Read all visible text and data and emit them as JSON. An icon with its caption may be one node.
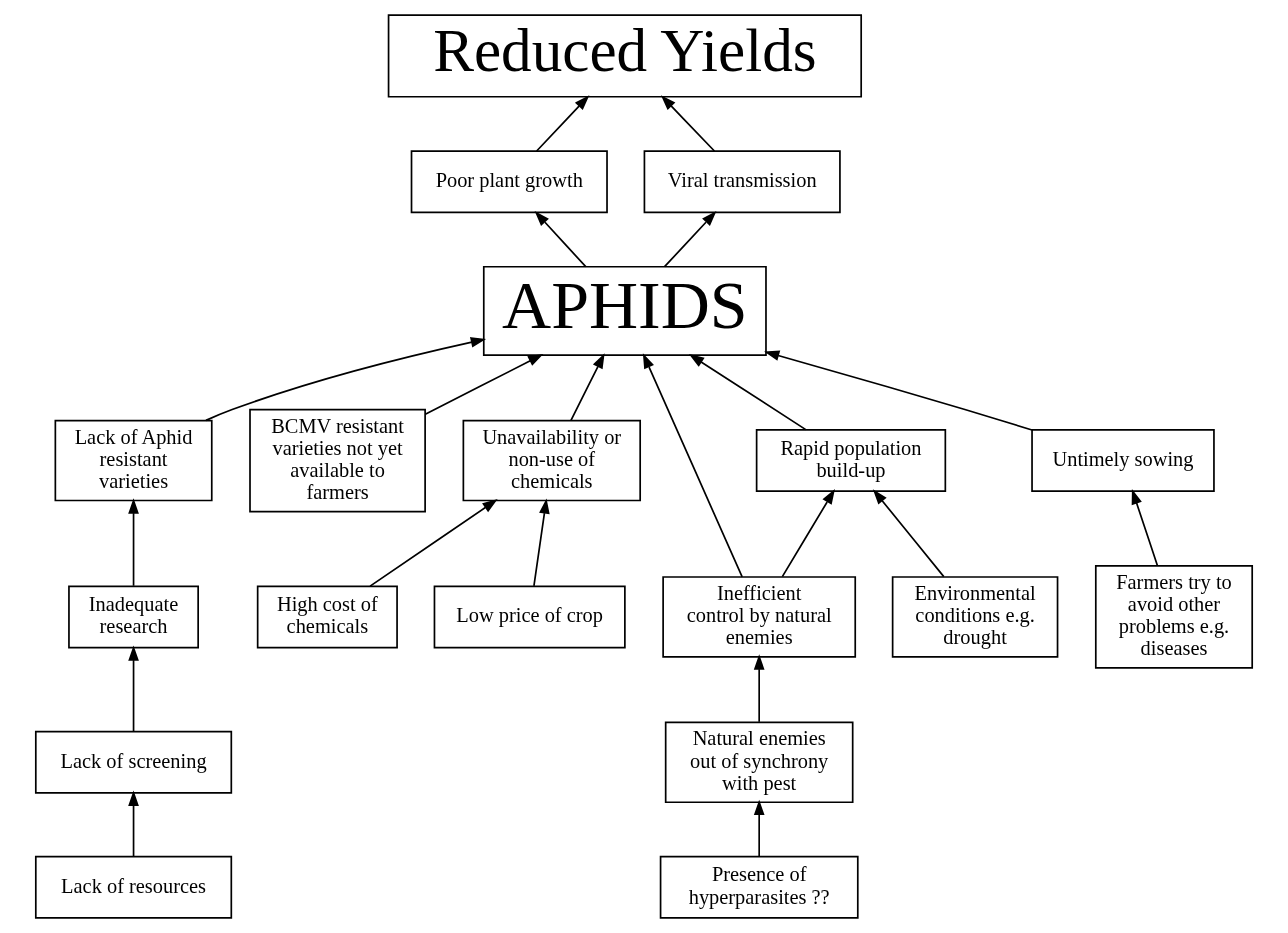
{
  "diagram": {
    "nodes": [
      {
        "text": [
          "Reduced Yields"
        ]
      },
      {
        "text": [
          "Poor plant growth"
        ]
      },
      {
        "text": [
          "Viral transmission"
        ]
      },
      {
        "text": [
          "APHIDS"
        ]
      },
      {
        "text": [
          "Lack of Aphid resistant varieties"
        ]
      },
      {
        "text": [
          "BCMV resistant varieties not yet available to farmers"
        ]
      },
      {
        "text": [
          "Unavailability or non-use of chemicals"
        ]
      },
      {
        "text": [
          "Rapid population build-up"
        ]
      },
      {
        "text": [
          "Inefficient control by natural enemies"
        ]
      },
      {
        "text": [
          "Untimely sowing"
        ]
      },
      {
        "text": [
          "Inadequate research"
        ]
      },
      {
        "text": [
          "High cost of chemicals"
        ]
      },
      {
        "text": [
          "Low price of crop"
        ]
      },
      {
        "text": [
          "Natural enemies out of synchrony with pest"
        ]
      },
      {
        "text": [
          "Farmers try to avoid other problems e.g. diseases"
        ]
      },
      {
        "text": [
          "Lack of screening"
        ]
      },
      {
        "text": [
          "Environmental conditions e.g. drought"
        ]
      },
      {
        "text": [
          "Presence of hyperparasites ??"
        ]
      },
      {
        "text": [
          "Lack of resources"
        ]
      }
    ],
    "edges": [
      {
        "from": 1,
        "to": 0,
        "arrow": "to"
      },
      {
        "from": 2,
        "to": 0,
        "arrow": "to"
      },
      {
        "from": 3,
        "to": 1,
        "arrow": "to"
      },
      {
        "from": 3,
        "to": 2,
        "arrow": "to"
      },
      {
        "from": 4,
        "to": 3,
        "arrow": "to"
      },
      {
        "from": 5,
        "to": 3,
        "arrow": "to"
      },
      {
        "from": 6,
        "to": 3,
        "arrow": "to"
      },
      {
        "from": 7,
        "to": 3,
        "arrow": "to"
      },
      {
        "from": 8,
        "to": 3,
        "arrow": "to"
      },
      {
        "from": 9,
        "to": 3,
        "arrow": "to"
      },
      {
        "from": 10,
        "to": 4,
        "arrow": "to"
      },
      {
        "from": 15,
        "to": 10,
        "arrow": "to"
      },
      {
        "from": 18,
        "to": 15,
        "arrow": "to"
      },
      {
        "from": 11,
        "to": 6,
        "arrow": "to"
      },
      {
        "from": 12,
        "to": 6,
        "arrow": "to"
      },
      {
        "from": 16,
        "to": 7,
        "arrow": "to"
      },
      {
        "from": 8,
        "to": 7,
        "arrow": "to"
      },
      {
        "from": 13,
        "to": 8,
        "arrow": "to"
      },
      {
        "from": 17,
        "to": 13,
        "arrow": "to"
      },
      {
        "from": 14,
        "to": 9,
        "arrow": "to"
      }
    ]
  }
}
